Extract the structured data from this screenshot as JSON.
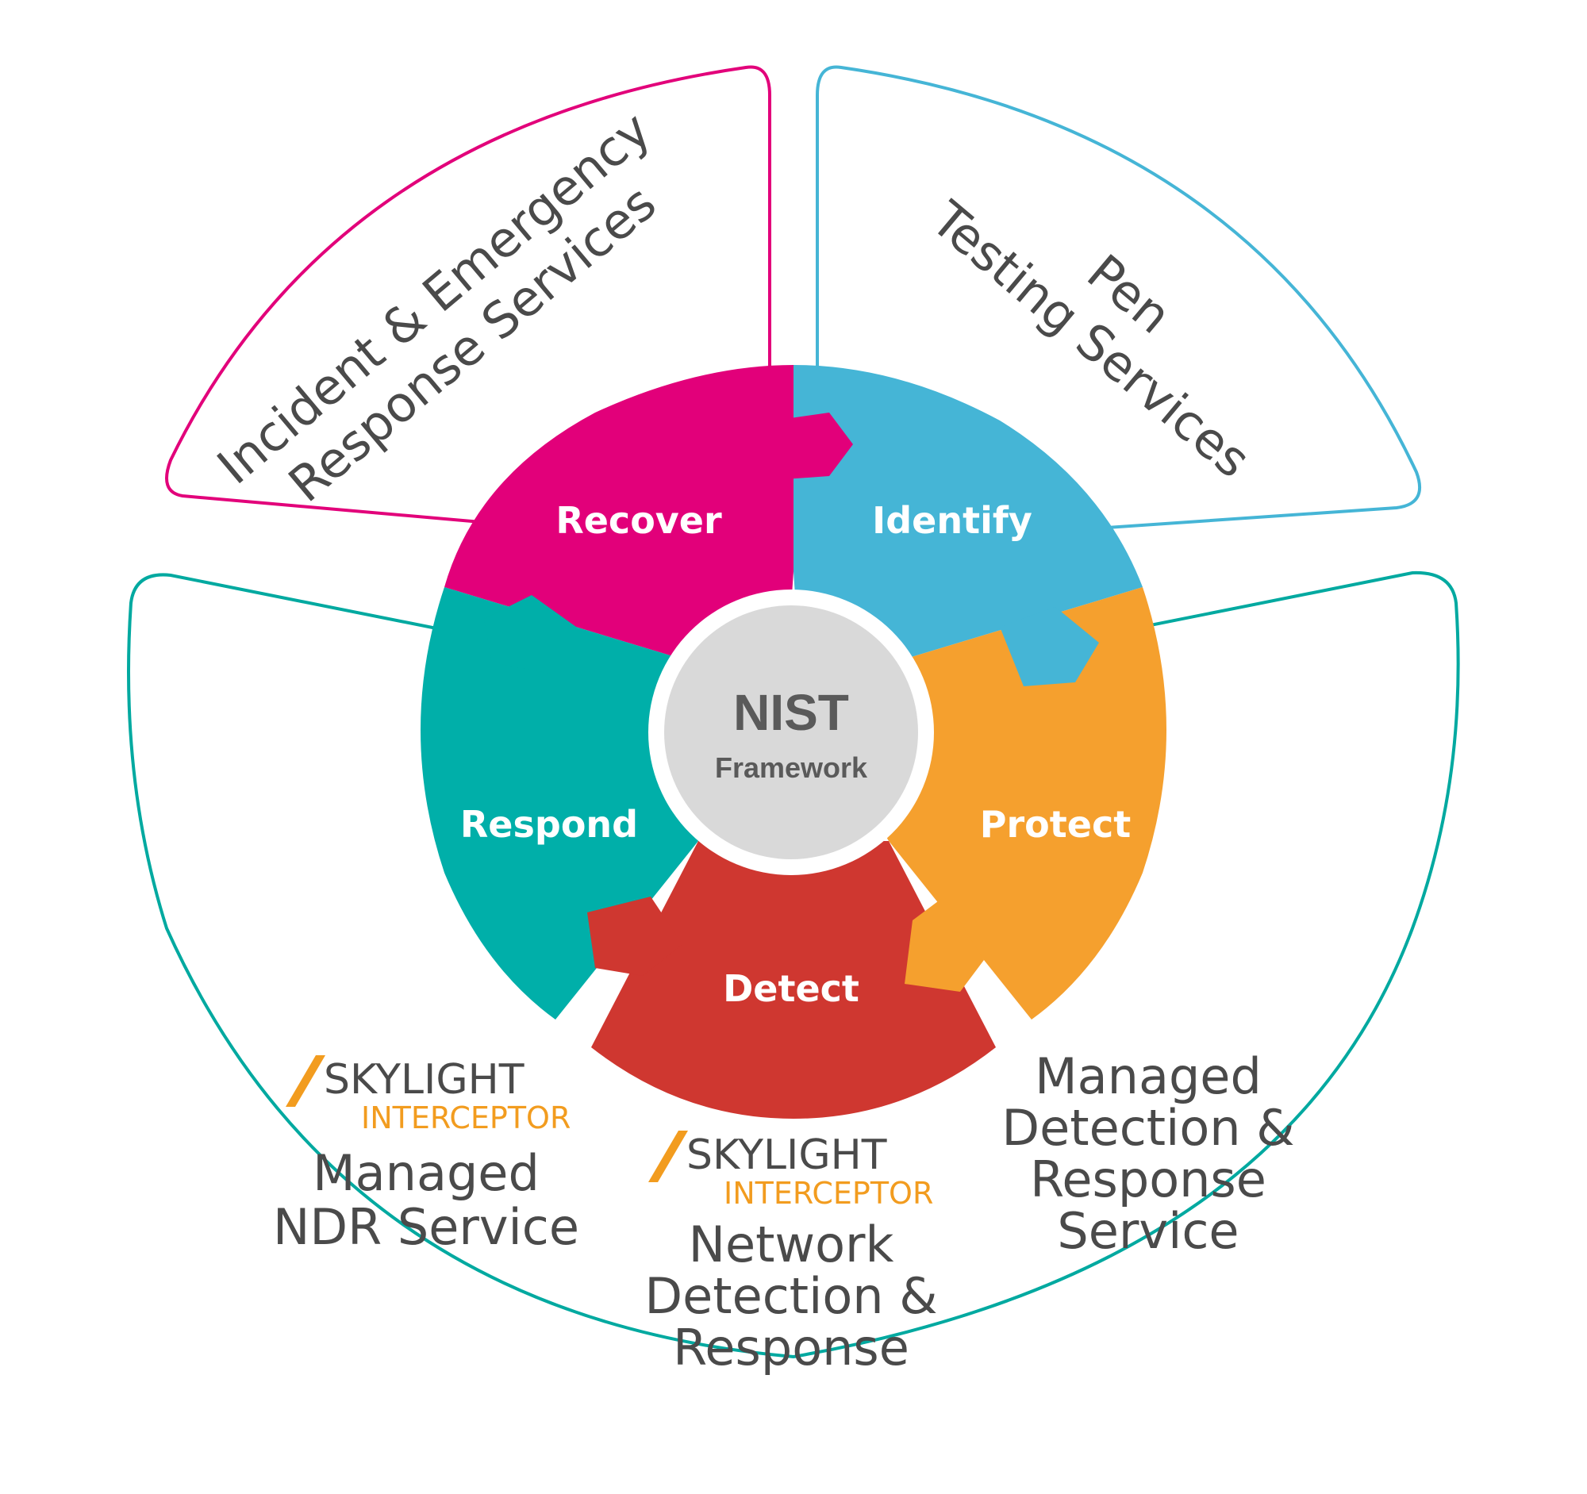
{
  "center": {
    "title": "NIST",
    "subtitle": "Framework"
  },
  "segments": {
    "recover": "Recover",
    "identify": "Identify",
    "protect": "Protect",
    "detect": "Detect",
    "respond": "Respond"
  },
  "services": {
    "incident": [
      "Incident & Emergency",
      "Response Services"
    ],
    "pen": [
      "Pen",
      "Testing Services"
    ],
    "ndr_service": [
      "Managed",
      "NDR Service"
    ],
    "ndr": [
      "Network",
      "Detection &",
      "Response"
    ],
    "mdr": [
      "Managed",
      "Detection &",
      "Response",
      "Service"
    ]
  },
  "logos": {
    "left": {
      "name": "SKYLIGHT",
      "sub": "INTERCEPTOR"
    },
    "center": {
      "name": "SKYLIGHT",
      "sub": "INTERCEPTOR"
    }
  },
  "colors": {
    "recover": "#e2007a",
    "identify": "#45b5d6",
    "protect": "#f5a02e",
    "detect": "#cf3730",
    "respond": "#00afa9",
    "center_ring": "#ffffff",
    "center_fill": "#d9d9d9",
    "logo_accent": "#f29c1f"
  }
}
